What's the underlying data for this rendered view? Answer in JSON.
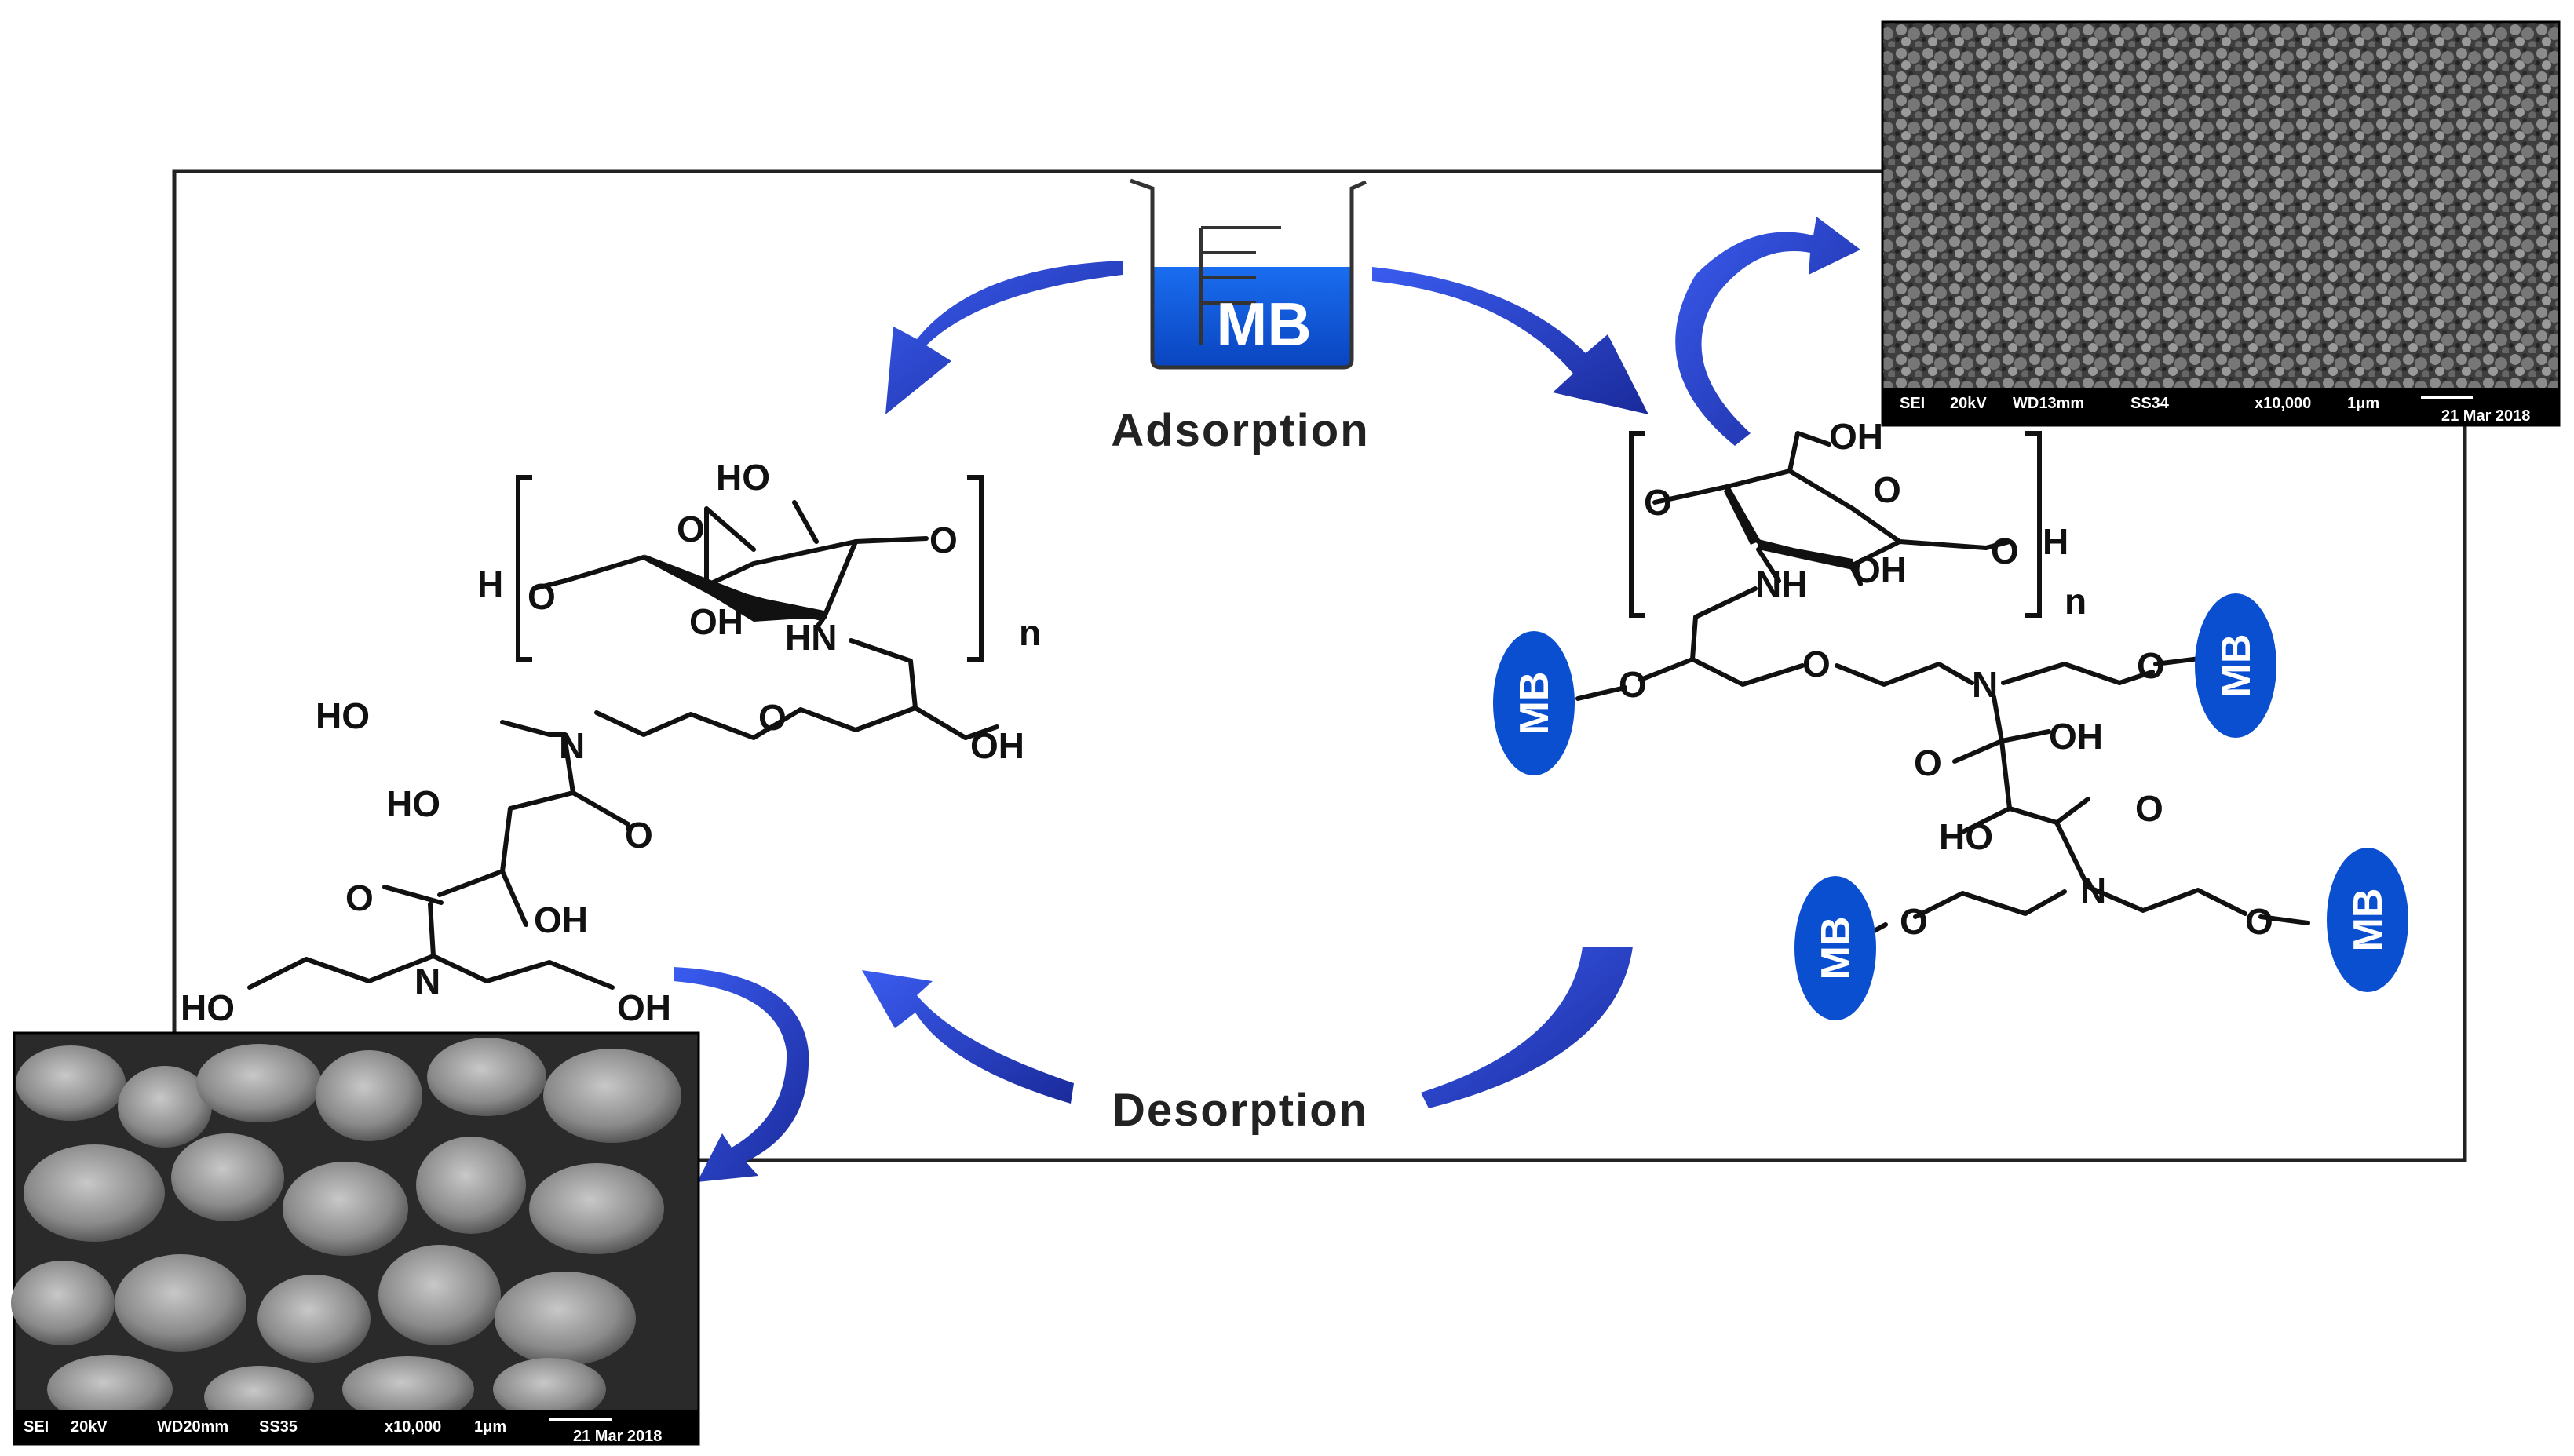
{
  "labels": {
    "adsorption": "Adsorption",
    "desorption": "Desorption"
  },
  "beaker": {
    "label": "MB"
  },
  "left_structure": {
    "ring_labels": [
      "HO",
      "O",
      "O",
      "H",
      "O",
      "OH",
      "HN"
    ],
    "repeat": "n",
    "chain_labels": [
      "HO",
      "N",
      "O",
      "OH",
      "HO",
      "O",
      "O",
      "OH",
      "N",
      "HO",
      "OH"
    ]
  },
  "right_structure": {
    "ring_labels": [
      "OH",
      "O",
      "O",
      "O",
      "H",
      "NH",
      "OH"
    ],
    "repeat": "n",
    "chain_labels": [
      "O",
      "O",
      "N",
      "O",
      "O",
      "OH",
      "HO",
      "O",
      "N",
      "O",
      "O"
    ],
    "dye_labels": [
      "MB",
      "MB",
      "MB",
      "MB"
    ]
  },
  "sem_top": {
    "caption": [
      "SEI",
      "20kV",
      "WD13mm",
      "SS34",
      "x10,000",
      "1μm",
      "21 Mar 2018"
    ]
  },
  "sem_bottom": {
    "caption": [
      "SEI",
      "20kV",
      "WD20mm",
      "SS35",
      "x10,000",
      "1μm",
      "21 Mar 2018"
    ]
  },
  "colors": {
    "arrow_blue": "#2b45d6",
    "arrow_dark": "#1e2f9e",
    "mb_blue": "#0a4fd0",
    "frame": "#222222"
  }
}
